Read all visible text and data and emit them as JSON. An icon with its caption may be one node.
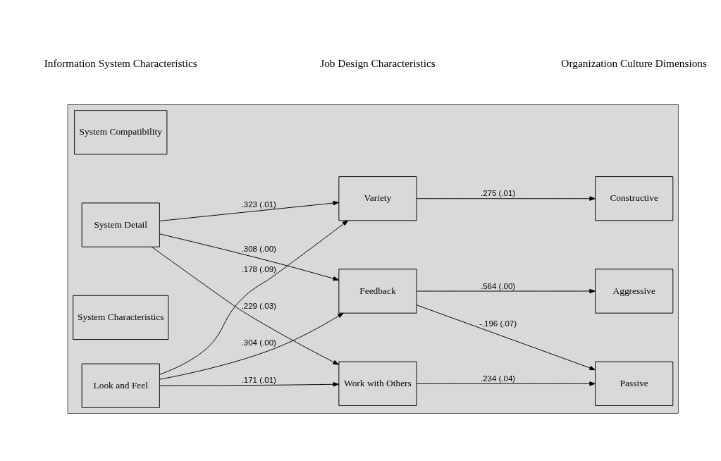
{
  "diagram": {
    "nodes": [
      {
        "text": [],
        "shape": "box"
      },
      {
        "text": [
          "Look and Feel"
        ],
        "in": 0
      },
      {
        "text": [
          "System Compatibility"
        ],
        "in": 0
      },
      {
        "text": [
          "System Detail"
        ],
        "in": 0
      },
      {
        "text": [
          "System Characteristics"
        ],
        "in": 0
      },
      {
        "text": [
          "Variety"
        ],
        "in": 0
      },
      {
        "text": [
          "Feedback"
        ],
        "in": 0
      },
      {
        "text": [
          "Work with Others"
        ],
        "in": 0
      },
      {
        "text": [
          "Constructive"
        ],
        "in": 0
      },
      {
        "text": [
          "Aggressive"
        ],
        "in": 0
      },
      {
        "text": [
          "Passive"
        ],
        "in": 0
      }
    ],
    "edges": [
      {
        "from": 1,
        "to": 5,
        "arrow": "to",
        "label": ".178 (.09)"
      },
      {
        "from": 1,
        "to": 6,
        "arrow": "to",
        "label": ".304 (.00)"
      },
      {
        "from": 1,
        "to": 7,
        "arrow": "to",
        "label": ".171 (.01)"
      },
      {
        "from": 3,
        "to": 5,
        "arrow": "to",
        "label": ".323 (.01)"
      },
      {
        "from": 3,
        "to": 6,
        "arrow": "to",
        "label": ".308 (.00)"
      },
      {
        "from": 3,
        "to": 7,
        "arrow": "to",
        "label": ".229 (.03)"
      },
      {
        "from": 5,
        "to": 8,
        "arrow": "to",
        "label": ".275 (.01)"
      },
      {
        "from": 6,
        "to": 9,
        "arrow": "to",
        "label": ".564 (.00)"
      },
      {
        "from": 6,
        "to": 10,
        "arrow": "to",
        "label": "-.196 (.07)"
      },
      {
        "from": 7,
        "to": 10,
        "arrow": "to",
        "label": ".234 (.04)"
      }
    ],
    "labels": [
      "Information System Characteristics",
      "Job Design Characteristics",
      "Organization Culture Dimensions"
    ]
  }
}
